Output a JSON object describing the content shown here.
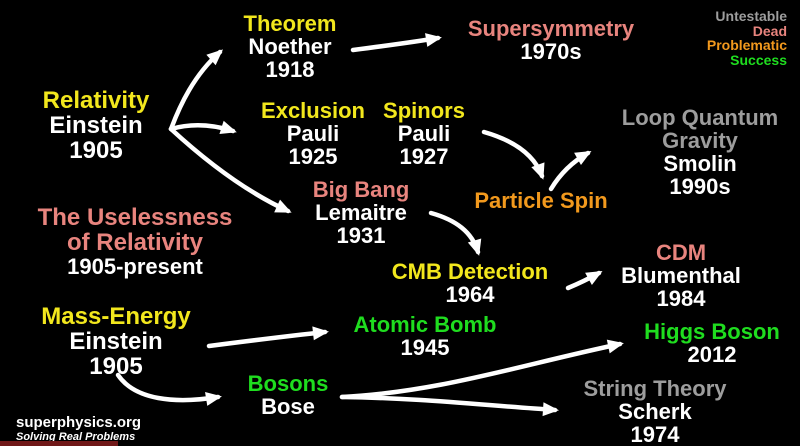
{
  "colors": {
    "yellow": "#f2e71d",
    "pink": "#e8847e",
    "orange": "#f2991d",
    "green": "#1fdd1f",
    "gray": "#9d9d9d",
    "arrow": "#ffffff",
    "background": "#000000",
    "brand_bar": "#701818"
  },
  "legend": {
    "items": [
      {
        "label": "Untestable",
        "color": "gray"
      },
      {
        "label": "Dead",
        "color": "pink"
      },
      {
        "label": "Problematic",
        "color": "orange"
      },
      {
        "label": "Success",
        "color": "green"
      }
    ]
  },
  "nodes": {
    "theorem": {
      "title": "Theorem",
      "color": "yellow",
      "sub": [
        "Noether",
        "1918"
      ]
    },
    "supersymmetry": {
      "title": "Supersymmetry",
      "color": "pink",
      "sub": [
        "1970s"
      ]
    },
    "relativity": {
      "title": "Relativity",
      "color": "yellow",
      "sub": [
        "Einstein",
        "1905"
      ]
    },
    "exclusion": {
      "title": "Exclusion",
      "color": "yellow",
      "sub": [
        "Pauli",
        "1925"
      ]
    },
    "spinors": {
      "title": "Spinors",
      "color": "yellow",
      "sub": [
        "Pauli",
        "1927"
      ]
    },
    "lqg": {
      "title": "Loop Quantum Gravity",
      "color": "gray",
      "sub": [
        "Smolin",
        "1990s"
      ]
    },
    "bigbang": {
      "title": "Big Bang",
      "color": "pink",
      "sub": [
        "Lemaitre",
        "1931"
      ]
    },
    "particlespin": {
      "title": "Particle Spin",
      "color": "orange",
      "sub": []
    },
    "uselessness": {
      "title": "The Uselessness of Relativity",
      "color": "pink",
      "sub": [
        "1905-present"
      ]
    },
    "cmb": {
      "title": "CMB Detection",
      "color": "yellow",
      "sub": [
        "1964"
      ]
    },
    "cdm": {
      "title": "CDM",
      "color": "pink",
      "sub": [
        "Blumenthal",
        "1984"
      ]
    },
    "massenergy": {
      "title": "Mass-Energy",
      "color": "yellow",
      "sub": [
        "Einstein",
        "1905"
      ]
    },
    "atomicbomb": {
      "title": "Atomic Bomb",
      "color": "green",
      "sub": [
        "1945"
      ]
    },
    "higgs": {
      "title": "Higgs Boson",
      "color": "green",
      "sub": [
        "2012"
      ]
    },
    "bosons": {
      "title": "Bosons",
      "color": "green",
      "sub": [
        "Bose"
      ]
    },
    "stringtheory": {
      "title": "String Theory",
      "color": "gray",
      "sub": [
        "Scherk",
        "1974"
      ]
    }
  },
  "footer": {
    "site": "superphysics.org",
    "tagline": "Solving Real Problems"
  }
}
